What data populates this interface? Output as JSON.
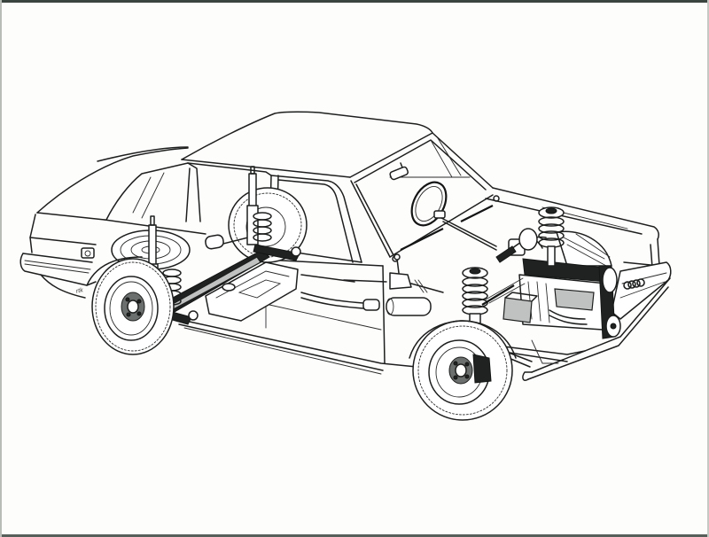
{
  "illustration": {
    "subject": "Sedan cutaway technical illustration",
    "style": "black ink line drawing on white",
    "colors": {
      "background": "#fdfdfc",
      "ink": "#1d1f1e",
      "shading_dark": "#1f2221",
      "shading_grey": "#bfc2c0",
      "frame_edge": "#3a4540"
    },
    "components": [
      "body-shell",
      "roof",
      "windshield",
      "rear-window",
      "steering-wheel",
      "rear-view-mirror",
      "wiper-blades",
      "front-suspension-strut",
      "rear-shock-absorbers",
      "rear-coil-springs",
      "rear-axle-beam",
      "spare-wheel",
      "fuel-tank",
      "exhaust-silencer",
      "gear-lever",
      "engine",
      "timing-belt",
      "radiator-fan",
      "battery",
      "front-wheel",
      "rear-wheel",
      "front-bumper",
      "rear-bumper",
      "grille-badge"
    ],
    "signature": "rtk",
    "badge": "four-rings"
  }
}
